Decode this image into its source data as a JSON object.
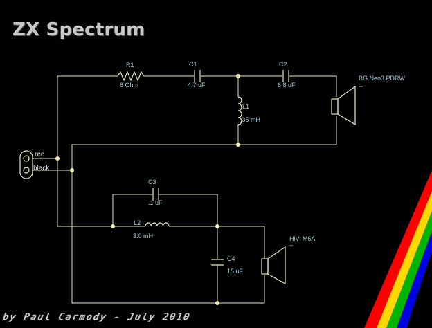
{
  "title": "ZX Spectrum",
  "credit": "by Paul Carmody - July 2010",
  "stripe_colors": [
    "#ff0000",
    "#ffd800",
    "#00b400",
    "#0000e0"
  ],
  "terminals": {
    "positive": "red",
    "negative": "black"
  },
  "components": {
    "r1": {
      "ref": "R1",
      "value": "8 Ohm"
    },
    "c1": {
      "ref": "C1",
      "value": "4.7 uF"
    },
    "c2": {
      "ref": "C2",
      "value": "6.8 uF"
    },
    "l1": {
      "ref": "L1",
      "value": ".35 mH"
    },
    "c3": {
      "ref": "C3",
      "value": ".1 uF"
    },
    "l2": {
      "ref": "L2",
      "value": "3.0 mH"
    },
    "c4": {
      "ref": "C4",
      "value": "15 uF"
    }
  },
  "drivers": {
    "tweeter": {
      "name": "BG Neo3 PDRW",
      "polarity": "--"
    },
    "woofer": {
      "name": "HiVi M6A",
      "polarity": "+"
    }
  }
}
